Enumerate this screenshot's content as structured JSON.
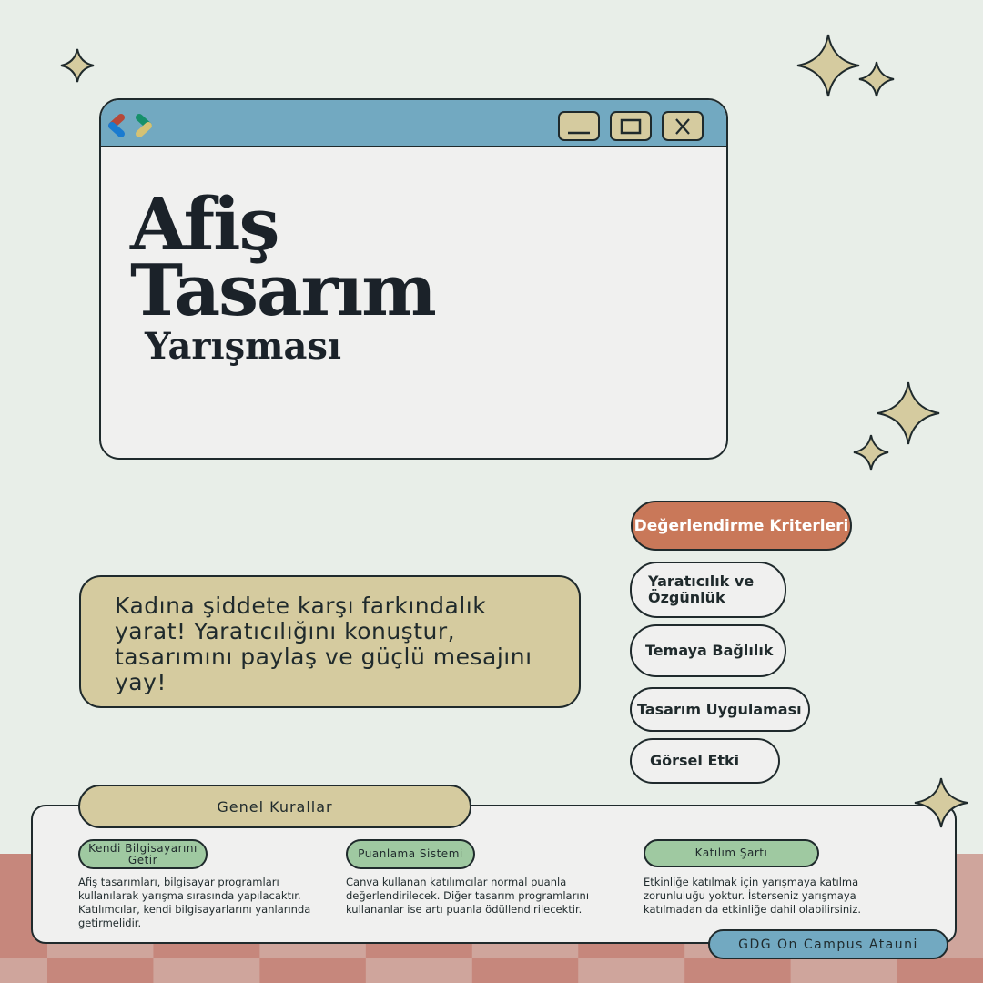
{
  "colors": {
    "background": "#e8eee8",
    "window_titlebar": "#72a9c1",
    "sand": "#d5cb9f",
    "terracotta": "#c97859",
    "green": "#9fc9a1",
    "checker_light": "#cfa59c",
    "checker_dark": "#c6877c"
  },
  "window": {
    "logo": "gdg-logo",
    "buttons": [
      "minimize-icon",
      "maximize-icon",
      "close-icon"
    ]
  },
  "title": {
    "line1": "Afiş",
    "line2": "Tasarım",
    "line3": "Yarışması"
  },
  "message": "Kadına şiddete karşı farkındalık yarat! Yaratıcılığını konuştur, tasarımını paylaş ve güçlü mesajını yay!",
  "criteria": {
    "heading": "Değerlendirme Kriterleri",
    "items": [
      "Yaratıcılık ve Özgünlük",
      "Temaya Bağlılık",
      "Tasarım Uygulaması",
      "Görsel Etki"
    ]
  },
  "rules": {
    "heading": "Genel Kurallar",
    "items": [
      {
        "title": "Kendi Bilgisayarını Getir",
        "text": "Afiş tasarımları, bilgisayar programları kullanılarak yarışma sırasında yapılacaktır. Katılımcılar, kendi bilgisayarlarını yanlarında getirmelidir."
      },
      {
        "title": "Puanlama Sistemi",
        "text": "Canva kullanan katılımcılar normal puanla değerlendirilecek. Diğer tasarım programlarını kullananlar ise artı puanla ödüllendirilecektir."
      },
      {
        "title": "Katılım Şartı",
        "text": "Etkinliğe katılmak için yarışmaya katılma zorunluluğu yoktur. İsterseniz yarışmaya katılmadan da etkinliğe dahil olabilirsiniz."
      }
    ]
  },
  "footer": "GDG On Campus Atauni"
}
